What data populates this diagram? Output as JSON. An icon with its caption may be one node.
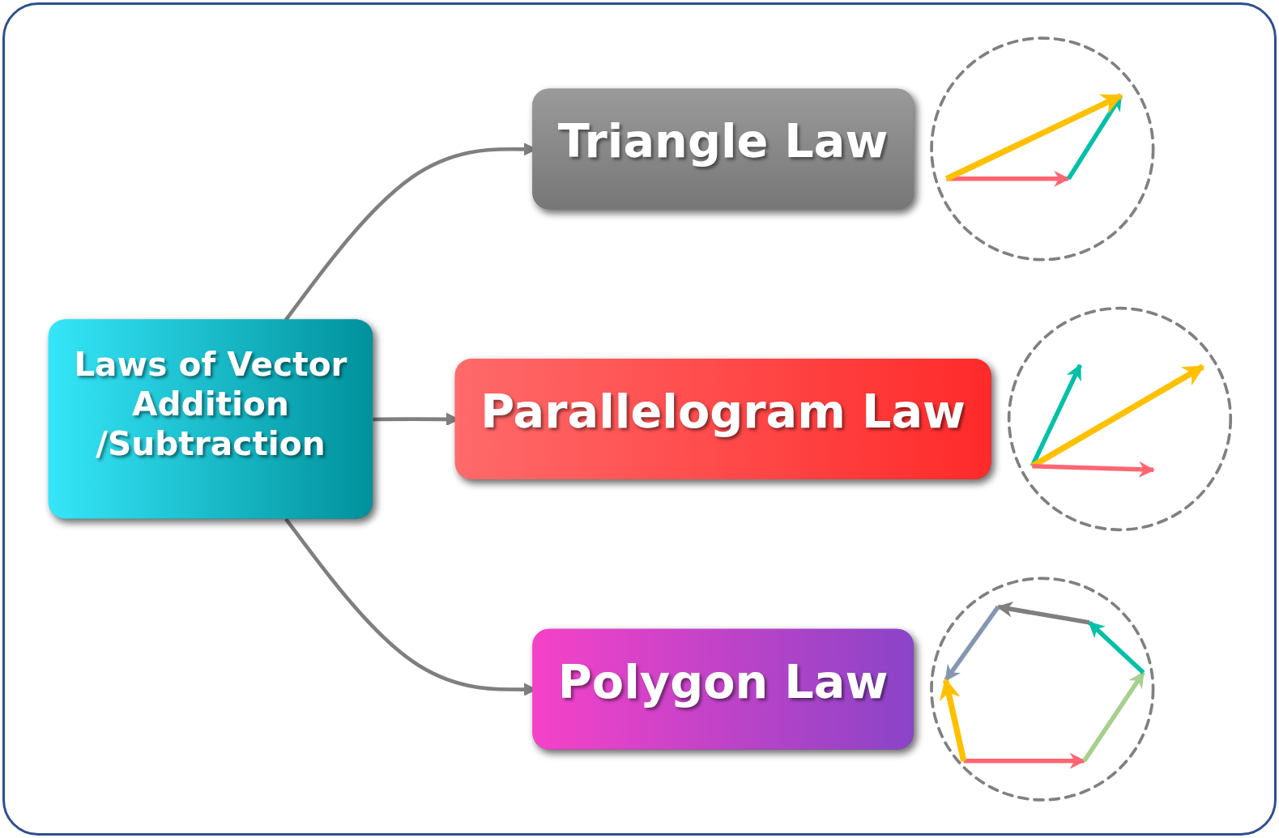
{
  "diagram": {
    "nodes": [
      {
        "text": [
          "Laws of Vector Addition /Subtraction"
        ]
      },
      {
        "text": [
          "Triangle Law"
        ]
      },
      {
        "text": [
          "Parallelogram Law"
        ]
      },
      {
        "text": [
          "Polygon Law"
        ]
      }
    ],
    "edges": [
      {
        "from": 0,
        "to": 1,
        "arrow": "to"
      },
      {
        "from": 0,
        "to": 2,
        "arrow": "to"
      },
      {
        "from": 0,
        "to": 3,
        "arrow": "to"
      }
    ]
  }
}
